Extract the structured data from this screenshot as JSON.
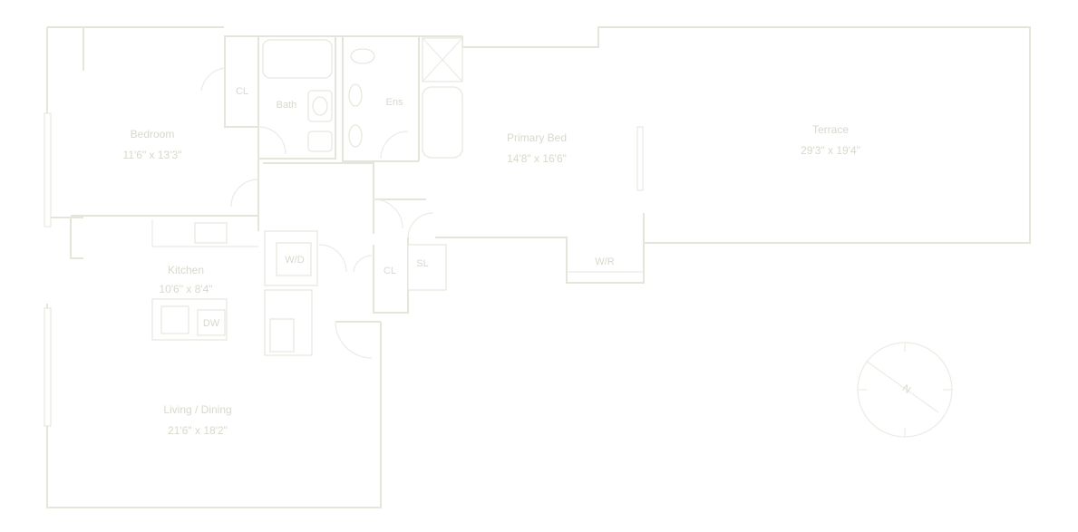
{
  "rooms": [
    {
      "name": "Bedroom",
      "dims": "11'6\" x 13'3\""
    },
    {
      "name": "Primary Bed",
      "dims": "14'8\" x 16'6\""
    },
    {
      "name": "Terrace",
      "dims": "29'3\" x 19'4\""
    },
    {
      "name": "Kitchen",
      "dims": "10'6\" x 8'4\""
    },
    {
      "name": "Living / Dining",
      "dims": "21'6\" x 18'2\""
    }
  ],
  "small_labels": {
    "bath": "Bath",
    "ens": "Ens",
    "cl_bedroom": "CL",
    "cl_hall": "CL",
    "wd": "W/D",
    "sl": "SL",
    "wr": "W/R",
    "dw": "DW"
  },
  "compass": {
    "north": "N"
  }
}
